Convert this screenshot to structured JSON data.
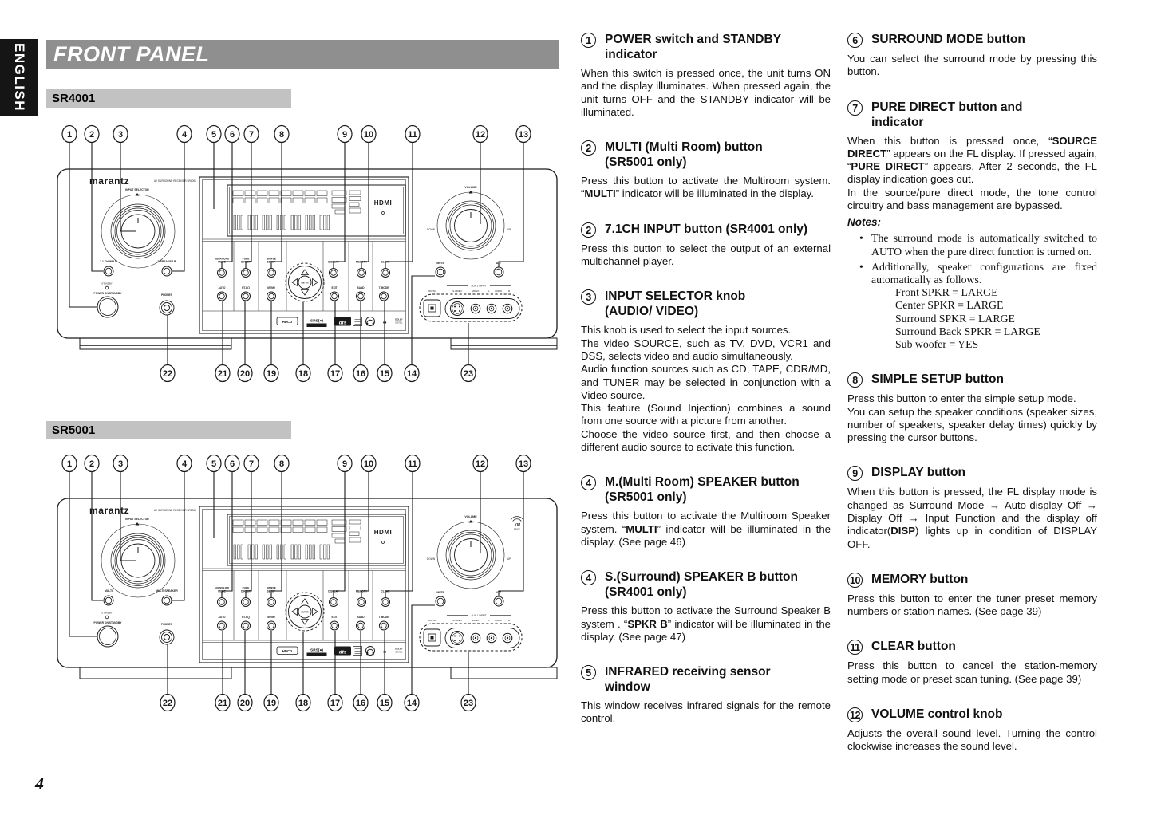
{
  "page": {
    "number": "4",
    "language_tab": "ENGLISH",
    "title": "FRONT PANEL"
  },
  "models": {
    "sr4001": "SR4001",
    "sr5001": "SR5001"
  },
  "panel": {
    "brand": "marantz",
    "callouts_top": [
      "1",
      "2",
      "3",
      "4",
      "5",
      "6",
      "7",
      "8",
      "9",
      "10",
      "11",
      "12",
      "13"
    ],
    "callouts_bottom": [
      "22",
      "21",
      "20",
      "19",
      "18",
      "17",
      "16",
      "15",
      "14",
      "23"
    ],
    "sr4001": {
      "subtitle": "AV SURROUND RECEIVER SR4001",
      "btn2": "7.1 CH INPUT",
      "btn4": "S.SPEAKER B",
      "xm": false
    },
    "sr5001": {
      "subtitle": "AV SURROUND RECEIVER SR5001",
      "btn2": "MULTI",
      "btn4": "MULTI SPEAKER",
      "xm": true
    },
    "labels": {
      "input_selector": "INPUT SELECTOR",
      "volume": "VOLUME",
      "volume_down": "DOWN",
      "volume_up": "UP",
      "standby": "STANDBY",
      "power": "POWER ON/STANDBY",
      "phones": "PHONES",
      "surround_mode": [
        "SURROUND",
        "MODE"
      ],
      "pure_direct": [
        "PURE",
        "DIRECT"
      ],
      "simple_setup": [
        "SIMPLE",
        "SETUP"
      ],
      "display_btn": "DISPLAY",
      "memory_btn": "MEMORY",
      "clear_btn": "CLEAR",
      "auto": "AUTO",
      "ht_eq": "HT-EQ",
      "menu": "MENU",
      "enter": "ENTER",
      "exit": "EXIT",
      "band": "BAND",
      "t_mode": "T-MODE",
      "mute": "MUTE",
      "att": "ATT",
      "hdmi": "HDMI",
      "aux": "AUX 1 INPUT",
      "digital": "DIGITAL",
      "s_video": "S-VIDEO",
      "video": "VIDEO",
      "ch_l": "L",
      "audio": "AUDIO",
      "ch_r": "R",
      "logo_hdcd": "HDCD",
      "logo_srs": "SRS(●)",
      "logo_dts": "dts",
      "logo_dolby1": "DOLBY",
      "logo_dolby2": "DIGITAL",
      "xm": "XM",
      "xm_ready": "READY"
    }
  },
  "columns": {
    "middle": [
      {
        "num": "1",
        "title_lines": [
          "POWER switch and STANDBY",
          "indicator"
        ],
        "paragraphs": [
          "When this switch is pressed once, the unit turns ON and the display illuminates. When pressed again, the unit turns OFF and the STANDBY indicator will be illuminated."
        ]
      },
      {
        "num": "2",
        "title_lines": [
          "MULTI (Multi Room) button",
          "(SR5001 only)"
        ],
        "paragraphs": [
          "Press this button to activate the Multiroom system. “**MULTI**” indicator will be illuminated in the display."
        ]
      },
      {
        "num": "2",
        "title_lines": [
          "7.1CH INPUT button (SR4001 only)"
        ],
        "paragraphs": [
          "Press this button to select the output of an external multichannel player."
        ]
      },
      {
        "num": "3",
        "title_lines": [
          "INPUT SELECTOR knob",
          "(AUDIO/ VIDEO)"
        ],
        "paragraphs": [
          "This knob is used to select the input sources.",
          "The video SOURCE, such as TV, DVD, VCR1 and DSS, selects video and audio simultaneously.",
          "Audio function sources such as CD, TAPE, CDR/MD, and TUNER may be selected in conjunction with a Video source.",
          "This feature (Sound Injection) combines a sound from one source with a picture from another.",
          "Choose the video source first, and then choose a different audio source to activate this function."
        ]
      },
      {
        "num": "4",
        "title_lines": [
          "M.(Multi Room) SPEAKER button",
          "(SR5001 only)"
        ],
        "paragraphs": [
          "Press this button to activate the Multiroom Speaker system. “**MULTI**” indicator will be illuminated in the display. (See page 46)"
        ]
      },
      {
        "num": "4",
        "title_lines": [
          "S.(Surround) SPEAKER B button",
          "(SR4001 only)"
        ],
        "paragraphs": [
          "Press this button to activate the Surround Speaker B system . “**SPKR B**” indicator will be illuminated in the display. (See page 47)"
        ]
      },
      {
        "num": "5",
        "title_lines": [
          "INFRARED receiving sensor",
          "window"
        ],
        "paragraphs": [
          "This window receives infrared signals for the remote control."
        ]
      }
    ],
    "right": [
      {
        "num": "6",
        "title_lines": [
          "SURROUND MODE button"
        ],
        "paragraphs": [
          "You can select the surround mode by pressing this button."
        ]
      },
      {
        "num": "7",
        "title_lines": [
          "PURE DIRECT button and",
          "indicator"
        ],
        "paragraphs": [
          "When this button is pressed once, “**SOURCE DIRECT**” appears on the FL display. If pressed again, “**PURE DIRECT**” appears. After 2 seconds, the FL display indication goes out.",
          "In the source/pure direct mode, the tone control circuitry and bass management are bypassed."
        ],
        "notes_title": "Notes:",
        "notes": [
          "The surround mode is automatically switched to AUTO when the pure direct function is turned on.",
          "Additionally, speaker configurations are fixed automatically as follows."
        ],
        "config_list": [
          "Front SPKR = LARGE",
          "Center SPKR = LARGE",
          "Surround SPKR = LARGE",
          "Surround Back SPKR = LARGE",
          "Sub woofer = YES"
        ]
      },
      {
        "num": "8",
        "title_lines": [
          "SIMPLE SETUP button"
        ],
        "paragraphs": [
          "Press this button to enter the simple setup mode.",
          "You can setup the speaker conditions (speaker sizes, number of speakers, speaker delay times) quickly by pressing the cursor buttons."
        ]
      },
      {
        "num": "9",
        "title_lines": [
          "DISPLAY button"
        ],
        "paragraphs": [
          "When this button is pressed, the FL display mode is changed as Surround Mode → Auto-display Off → Display Off → Input Function and the display off indicator(**DISP**) lights up in condition of DISPLAY OFF."
        ]
      },
      {
        "num": "10",
        "title_lines": [
          "MEMORY button"
        ],
        "paragraphs": [
          "Press this button to enter the tuner preset memory numbers or station names. (See page 39)"
        ]
      },
      {
        "num": "11",
        "title_lines": [
          "CLEAR button"
        ],
        "paragraphs": [
          "Press this button to cancel the station-memory setting mode or preset scan tuning. (See page 39)"
        ]
      },
      {
        "num": "12",
        "title_lines": [
          "VOLUME control knob"
        ],
        "paragraphs": [
          "Adjusts the overall sound level. Turning the control clockwise increases the sound level."
        ]
      }
    ]
  }
}
